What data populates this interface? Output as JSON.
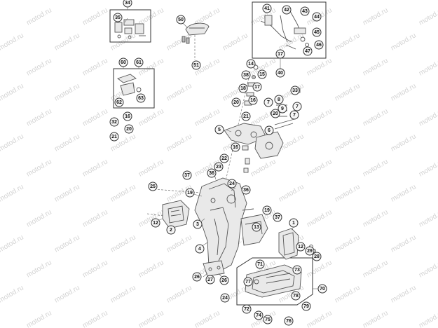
{
  "watermark": "motod.ru",
  "callouts": {
    "c1": "1",
    "c2": "2",
    "c3": "3",
    "c4": "4",
    "c5": "5",
    "c6": "6",
    "c7a": "7",
    "c7b": "7",
    "c7c": "7",
    "c8": "8",
    "c9": "9",
    "c12a": "12",
    "c12b": "12",
    "c13": "13",
    "c14": "14",
    "c15": "15",
    "c16a": "16",
    "c16b": "16",
    "c16c": "16",
    "c17a": "17",
    "c17b": "17",
    "c18": "18",
    "c19a": "19",
    "c19b": "19",
    "c20a": "20",
    "c20b": "20",
    "c20c": "20",
    "c21a": "21",
    "c21b": "21",
    "c22": "22",
    "c23": "23",
    "c24a": "24",
    "c24b": "24",
    "c25": "25",
    "c26a": "26",
    "c26b": "26",
    "c27": "27",
    "c28": "28",
    "c29": "29",
    "c32": "32",
    "c33": "33",
    "c34": "34",
    "c35": "35",
    "c36a": "36",
    "c36b": "36",
    "c37a": "37",
    "c37b": "37",
    "c38": "38",
    "c40": "40",
    "c41": "41",
    "c42": "42",
    "c43": "43",
    "c44": "44",
    "c45": "45",
    "c46": "46",
    "c47": "47",
    "c50": "50",
    "c51": "51",
    "c60": "60",
    "c61": "61",
    "c62": "62",
    "c63": "63",
    "c70": "70",
    "c71": "71",
    "c72": "72",
    "c73": "73",
    "c74": "74",
    "c75": "75",
    "c76": "76",
    "c77": "77",
    "c78": "78",
    "c79": "79"
  }
}
